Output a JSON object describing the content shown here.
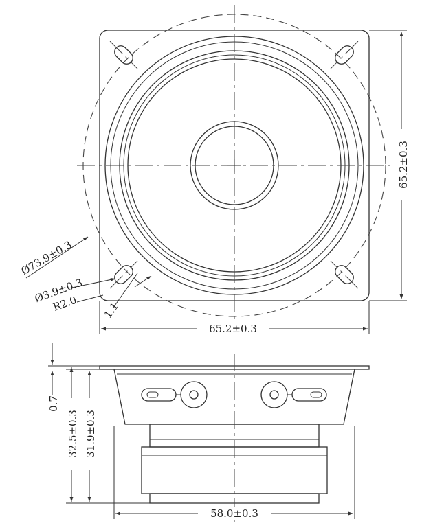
{
  "front_view": {
    "dim_bolt_circle": "Ø73.9±0.3",
    "dim_hole": "Ø3.9±0.3",
    "dim_radius": "R2.0",
    "dim_edge": "1.1",
    "dim_width": "65.2±0.3",
    "dim_height": "65.2±0.3"
  },
  "side_view": {
    "dim_flange": "0.7",
    "dim_total_depth": "32.5±0.3",
    "dim_body_depth": "31.9±0.3",
    "dim_body_width": "58.0±0.3"
  },
  "colors": {
    "line": "#333333",
    "background": "#ffffff"
  }
}
